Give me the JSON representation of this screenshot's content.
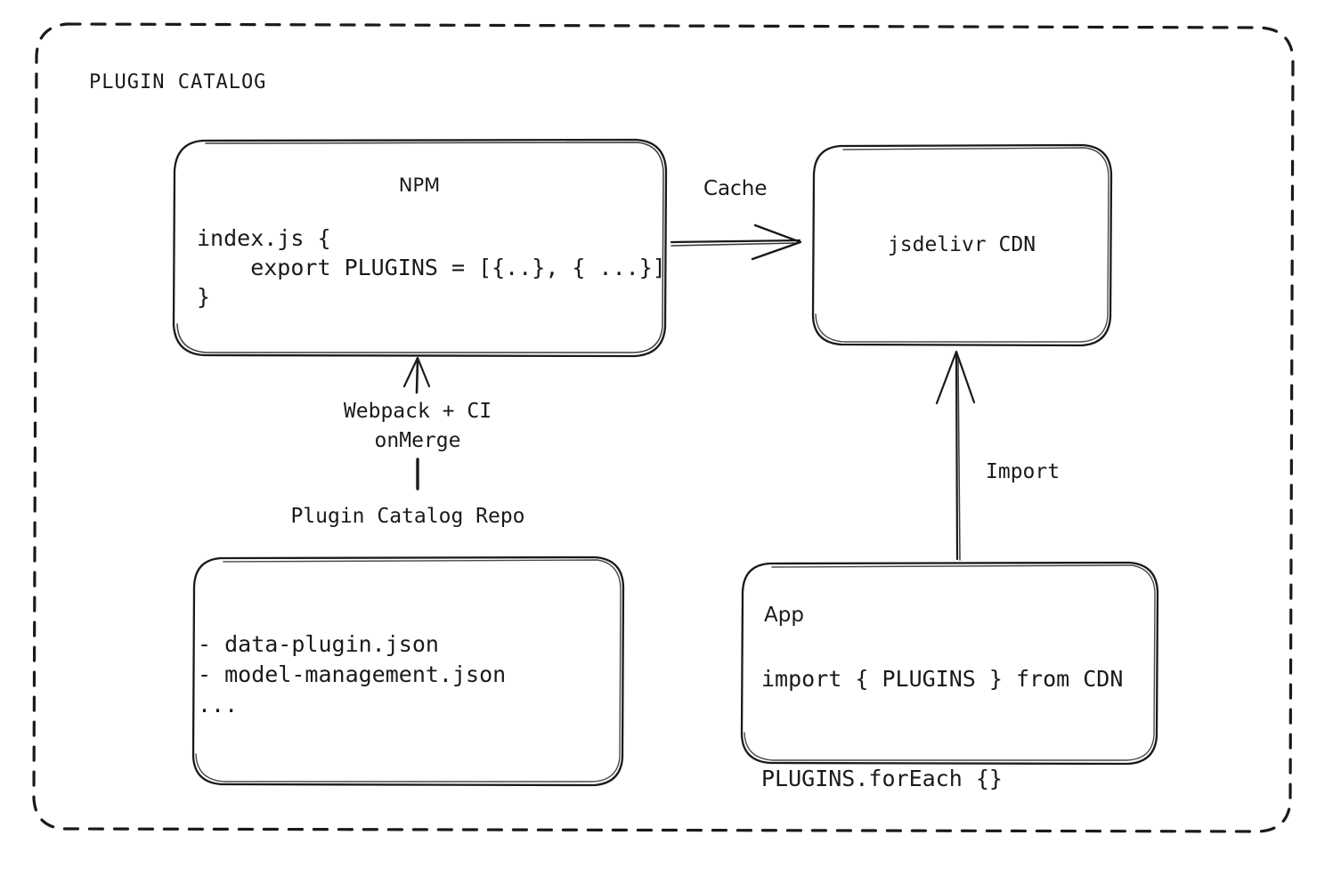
{
  "frame": {
    "title": "PLUGIN CATALOG",
    "style": "dashed-rounded-rectangle",
    "stroke_color": "#1a1a1a"
  },
  "nodes": {
    "npm": {
      "title": "NPM",
      "code": "index.js {\n    export PLUGINS = [{..}, { ...}]\n}"
    },
    "cdn": {
      "title": "jsdelivr CDN"
    },
    "repo": {
      "title": "Plugin Catalog Repo",
      "files": "- data-plugin.json\n- model-management.json\n..."
    },
    "app": {
      "title": "App",
      "code": "import { PLUGINS } from CDN\n\nPLUGINS.forEach {}"
    }
  },
  "edges": {
    "cache": {
      "label": "Cache",
      "from": "npm",
      "to": "cdn",
      "direction": "right"
    },
    "webpack": {
      "label": "Webpack + CI\nonMerge",
      "from": "repo",
      "to": "npm",
      "direction": "up"
    },
    "import": {
      "label": "Import",
      "from": "app",
      "to": "cdn",
      "direction": "up"
    }
  },
  "colors": {
    "ink": "#1a1a1a",
    "background": "#ffffff"
  }
}
